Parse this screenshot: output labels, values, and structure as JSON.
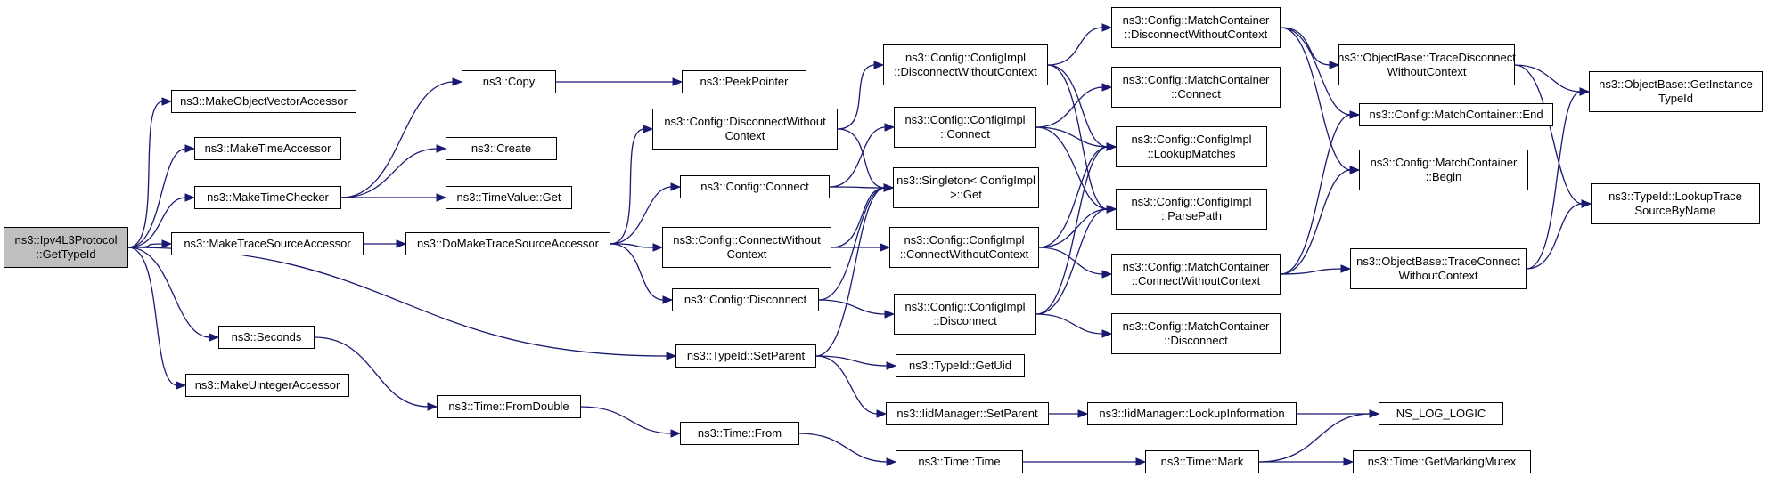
{
  "diagram": {
    "colors": {
      "edge": "#191970",
      "root_fill": "#bfbfbf",
      "node_fill": "#ffffff",
      "node_border": "#000000"
    },
    "nodes": [
      {
        "id": "root",
        "label": "ns3::Ipv4L3Protocol\n::GetTypeId",
        "root": true
      },
      {
        "id": "vecacc",
        "label": "ns3::MakeObjectVectorAccessor"
      },
      {
        "id": "timeacc",
        "label": "ns3::MakeTimeAccessor"
      },
      {
        "id": "timechk",
        "label": "ns3::MakeTimeChecker"
      },
      {
        "id": "tsacc",
        "label": "ns3::MakeTraceSourceAccessor"
      },
      {
        "id": "seconds",
        "label": "ns3::Seconds"
      },
      {
        "id": "uintacc",
        "label": "ns3::MakeUintegerAccessor"
      },
      {
        "id": "copy",
        "label": "ns3::Copy"
      },
      {
        "id": "create",
        "label": "ns3::Create"
      },
      {
        "id": "tvget",
        "label": "ns3::TimeValue::Get"
      },
      {
        "id": "dotsacc",
        "label": "ns3::DoMakeTraceSourceAccessor"
      },
      {
        "id": "fromdouble",
        "label": "ns3::Time::FromDouble"
      },
      {
        "id": "peek",
        "label": "ns3::PeekPointer"
      },
      {
        "id": "cdwc",
        "label": "ns3::Config::DisconnectWithout\nContext"
      },
      {
        "id": "cconn",
        "label": "ns3::Config::Connect"
      },
      {
        "id": "ccwc",
        "label": "ns3::Config::ConnectWithout\nContext"
      },
      {
        "id": "cdisc",
        "label": "ns3::Config::Disconnect"
      },
      {
        "id": "setparent",
        "label": "ns3::TypeId::SetParent"
      },
      {
        "id": "tfrom",
        "label": "ns3::Time::From"
      },
      {
        "id": "cidwc",
        "label": "ns3::Config::ConfigImpl\n::DisconnectWithoutContext"
      },
      {
        "id": "ciconn",
        "label": "ns3::Config::ConfigImpl\n::Connect"
      },
      {
        "id": "singleton",
        "label": "ns3::Singleton< ConfigImpl\n>::Get"
      },
      {
        "id": "cicwc",
        "label": "ns3::Config::ConfigImpl\n::ConnectWithoutContext"
      },
      {
        "id": "cidisc",
        "label": "ns3::Config::ConfigImpl\n::Disconnect"
      },
      {
        "id": "getuid",
        "label": "ns3::TypeId::GetUid"
      },
      {
        "id": "iidsetparent",
        "label": "ns3::IidManager::SetParent"
      },
      {
        "id": "ttime",
        "label": "ns3::Time::Time"
      },
      {
        "id": "mcdwc",
        "label": "ns3::Config::MatchContainer\n::DisconnectWithoutContext"
      },
      {
        "id": "mcconn",
        "label": "ns3::Config::MatchContainer\n::Connect"
      },
      {
        "id": "lookup",
        "label": "ns3::Config::ConfigImpl\n::LookupMatches"
      },
      {
        "id": "parse",
        "label": "ns3::Config::ConfigImpl\n::ParsePath"
      },
      {
        "id": "mccwc",
        "label": "ns3::Config::MatchContainer\n::ConnectWithoutContext"
      },
      {
        "id": "mcdisc",
        "label": "ns3::Config::MatchContainer\n::Disconnect"
      },
      {
        "id": "lookupinfo",
        "label": "ns3::IidManager::LookupInformation"
      },
      {
        "id": "tmark",
        "label": "ns3::Time::Mark"
      },
      {
        "id": "obtdwc",
        "label": "ns3::ObjectBase::TraceDisconnect\nWithoutContext"
      },
      {
        "id": "mcend",
        "label": "ns3::Config::MatchContainer::End"
      },
      {
        "id": "mcbegin",
        "label": "ns3::Config::MatchContainer\n::Begin"
      },
      {
        "id": "obtcwc",
        "label": "ns3::ObjectBase::TraceConnect\nWithoutContext"
      },
      {
        "id": "nslog",
        "label": "NS_LOG_LOGIC"
      },
      {
        "id": "getmutex",
        "label": "ns3::Time::GetMarkingMutex"
      },
      {
        "id": "getinst",
        "label": "ns3::ObjectBase::GetInstance\nTypeId"
      },
      {
        "id": "lookuptrace",
        "label": "ns3::TypeId::LookupTrace\nSourceByName"
      }
    ],
    "edges": [
      [
        "root",
        "vecacc"
      ],
      [
        "root",
        "timeacc"
      ],
      [
        "root",
        "timechk"
      ],
      [
        "root",
        "tsacc"
      ],
      [
        "root",
        "seconds"
      ],
      [
        "root",
        "uintacc"
      ],
      [
        "root",
        "setparent"
      ],
      [
        "timechk",
        "copy"
      ],
      [
        "timechk",
        "create"
      ],
      [
        "timechk",
        "tvget"
      ],
      [
        "tsacc",
        "dotsacc"
      ],
      [
        "seconds",
        "fromdouble"
      ],
      [
        "copy",
        "peek"
      ],
      [
        "dotsacc",
        "cdwc"
      ],
      [
        "dotsacc",
        "cconn"
      ],
      [
        "dotsacc",
        "ccwc"
      ],
      [
        "dotsacc",
        "cdisc"
      ],
      [
        "fromdouble",
        "tfrom"
      ],
      [
        "cdwc",
        "cidwc"
      ],
      [
        "cdwc",
        "singleton"
      ],
      [
        "cconn",
        "ciconn"
      ],
      [
        "cconn",
        "singleton"
      ],
      [
        "ccwc",
        "cicwc"
      ],
      [
        "ccwc",
        "singleton"
      ],
      [
        "cdisc",
        "cidisc"
      ],
      [
        "cdisc",
        "singleton"
      ],
      [
        "setparent",
        "singleton"
      ],
      [
        "setparent",
        "getuid"
      ],
      [
        "setparent",
        "iidsetparent"
      ],
      [
        "tfrom",
        "ttime"
      ],
      [
        "cidwc",
        "mcdwc"
      ],
      [
        "cidwc",
        "lookup"
      ],
      [
        "cidwc",
        "parse"
      ],
      [
        "ciconn",
        "mcconn"
      ],
      [
        "ciconn",
        "lookup"
      ],
      [
        "ciconn",
        "parse"
      ],
      [
        "cicwc",
        "mccwc"
      ],
      [
        "cicwc",
        "lookup"
      ],
      [
        "cicwc",
        "parse"
      ],
      [
        "cidisc",
        "mcdisc"
      ],
      [
        "cidisc",
        "lookup"
      ],
      [
        "cidisc",
        "parse"
      ],
      [
        "iidsetparent",
        "lookupinfo"
      ],
      [
        "ttime",
        "tmark"
      ],
      [
        "mcdwc",
        "obtdwc"
      ],
      [
        "mcdwc",
        "mcend"
      ],
      [
        "mcdwc",
        "mcbegin"
      ],
      [
        "mccwc",
        "obtcwc"
      ],
      [
        "mccwc",
        "mcend"
      ],
      [
        "mccwc",
        "mcbegin"
      ],
      [
        "lookupinfo",
        "nslog"
      ],
      [
        "tmark",
        "nslog"
      ],
      [
        "tmark",
        "getmutex"
      ],
      [
        "obtdwc",
        "getinst"
      ],
      [
        "obtdwc",
        "lookuptrace"
      ],
      [
        "obtcwc",
        "getinst"
      ],
      [
        "obtcwc",
        "lookuptrace"
      ]
    ]
  }
}
